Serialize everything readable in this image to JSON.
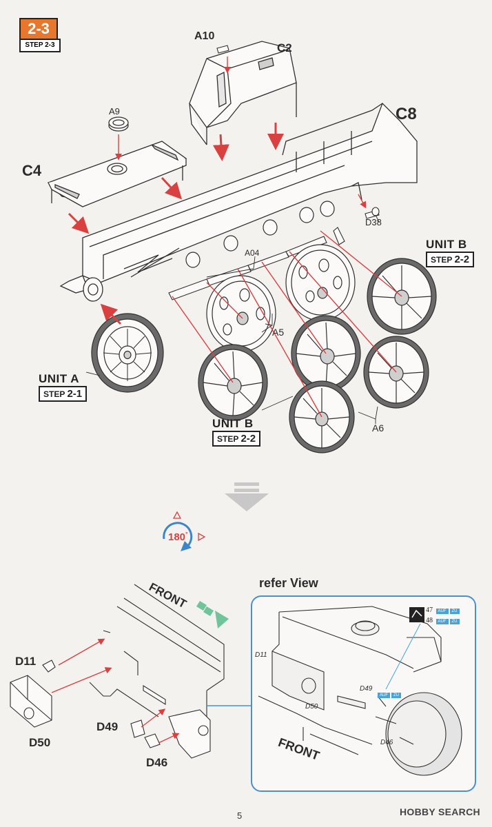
{
  "step": {
    "number": "2-3",
    "sub_label": "STEP",
    "sub_number": "2-3"
  },
  "parts_top": {
    "a10": "A10",
    "c2": "C2",
    "c8": "C8",
    "a9": "A9",
    "c4": "C4",
    "d38": "D38",
    "a04": "A04",
    "a5": "A5",
    "a6": "A6"
  },
  "unit_a": {
    "title": "UNIT A",
    "step_label": "STEP",
    "step_number": "2-1"
  },
  "unit_b_right": {
    "title": "UNIT B",
    "step_label": "STEP",
    "step_number": "2-2"
  },
  "unit_b_bottom": {
    "title": "UNIT B",
    "step_label": "STEP",
    "step_number": "2-2"
  },
  "rotate": {
    "value": "180",
    "unit": "°"
  },
  "lower_left": {
    "front": "FRONT",
    "d11": "D11",
    "d50": "D50",
    "d49": "D49",
    "d46": "D46"
  },
  "refer_view": {
    "title": "refer View",
    "front": "FRONT",
    "d11": "D11",
    "d50": "D50",
    "d49": "D49",
    "d46": "D46",
    "tag_auf": "AUF",
    "tag_zu": "ZU",
    "legend": [
      {
        "num": "47",
        "tag1": "AUF",
        "tag2": "ZU"
      },
      {
        "num": "48",
        "tag1": "AUF",
        "tag2": "ZU"
      }
    ]
  },
  "footer": {
    "page": "5",
    "watermark": "HOBBY SEARCH"
  },
  "colors": {
    "accent_orange": "#e8772e",
    "arrow_red": "#d94040",
    "front_green": "#6fc49a",
    "refer_blue": "#4a8fd0",
    "line": "#2f2f2f"
  }
}
